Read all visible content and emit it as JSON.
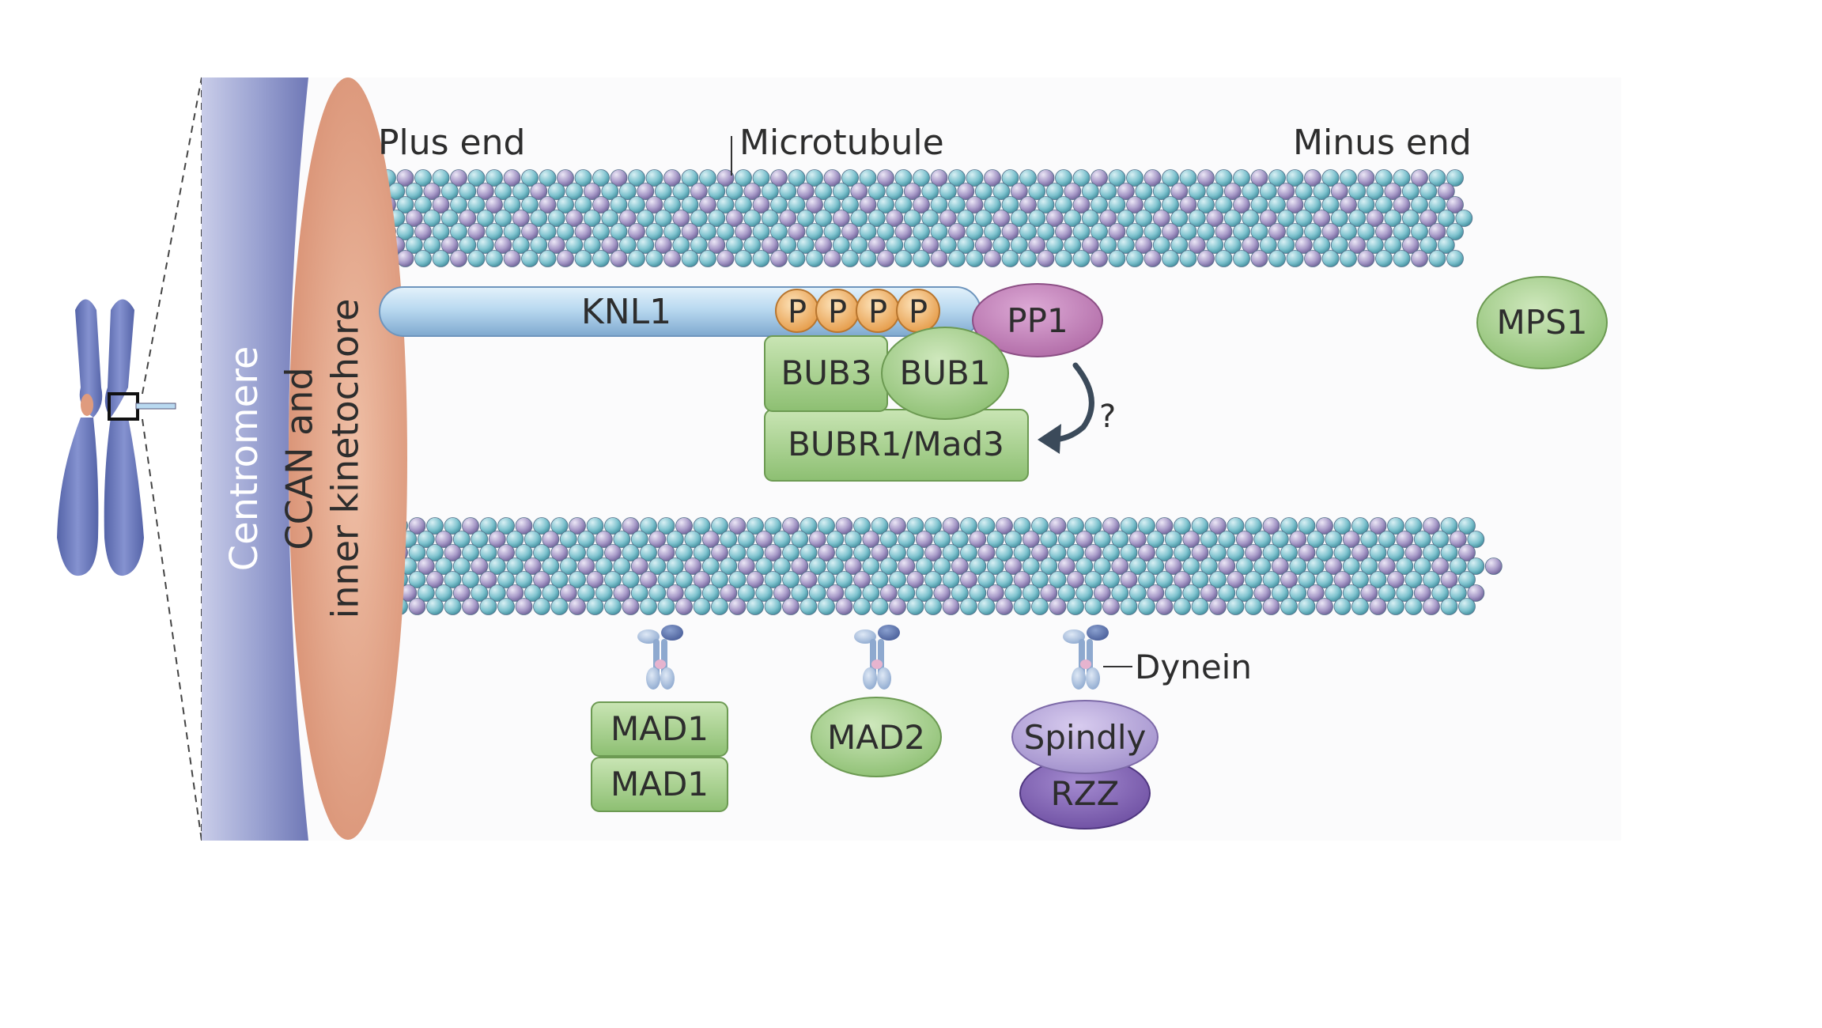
{
  "labels": {
    "plus_end": "Plus end",
    "microtubule": "Microtubule",
    "minus_end": "Minus end",
    "centromere": "Centromere",
    "ccan_line1": "CCAN and",
    "ccan_line2": "inner kinetochore",
    "knl1": "KNL1",
    "phospho": [
      "P",
      "P",
      "P",
      "P"
    ],
    "pp1": "PP1",
    "mps1": "MPS1",
    "bub3": "BUB3",
    "bub1": "BUB1",
    "bubr1": "BUBR1/Mad3",
    "question": "?",
    "mad1_top": "MAD1",
    "mad1_bottom": "MAD1",
    "mad2": "MAD2",
    "spindly": "Spindly",
    "rzz": "RZZ",
    "dynein": "Dynein"
  },
  "colors": {
    "centromere": "#8f97c9",
    "kinetochore": "#df9b7e",
    "tubulin_cyan": "#7fc3cf",
    "tubulin_purple": "#a79ac8",
    "knl1": "#b9d9f0",
    "phospho": "#f0b86e",
    "green_protein": "#a6cf8c",
    "pp1": "#c27fba",
    "spindly": "#b4a3d6",
    "rzz": "#8a68b8",
    "chromosome": "#6f7dbd",
    "arrow": "#3b4a5a"
  }
}
